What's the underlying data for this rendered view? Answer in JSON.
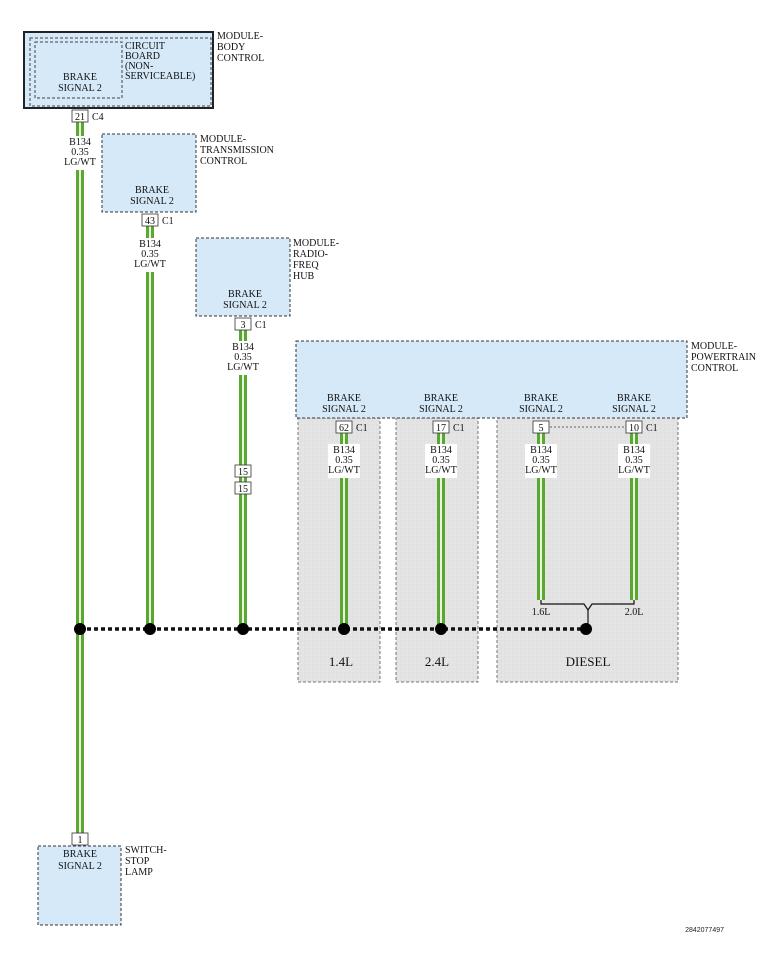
{
  "colors": {
    "module_fill": "#d6e9f8",
    "variant_fill": "#e6e6e6",
    "wire_green": "#6db33f",
    "border": "#333333"
  },
  "body_control": {
    "module_name": [
      "MODULE-",
      "BODY",
      "CONTROL"
    ],
    "circuit_board": [
      "CIRCUIT",
      "BOARD",
      "(NON-",
      "SERVICEABLE)"
    ],
    "signal": [
      "BRAKE",
      "SIGNAL 2"
    ],
    "pin": "21",
    "connector": "C4"
  },
  "transmission_control": {
    "module_name": [
      "MODULE-",
      "TRANSMISSION",
      "CONTROL"
    ],
    "signal": [
      "BRAKE",
      "SIGNAL 2"
    ],
    "pin": "43",
    "connector": "C1"
  },
  "radio_freq_hub": {
    "module_name": [
      "MODULE-",
      "RADIO-",
      "FREQ",
      "HUB"
    ],
    "signal": [
      "BRAKE",
      "SIGNAL 2"
    ],
    "pin": "3",
    "connector": "C1",
    "inline_pins": [
      "15",
      "15"
    ]
  },
  "powertrain_control": {
    "module_name": [
      "MODULE-",
      "POWERTRAIN",
      "CONTROL"
    ],
    "outputs": [
      {
        "signal": [
          "BRAKE",
          "SIGNAL 2"
        ],
        "pin": "62",
        "connector": "C1"
      },
      {
        "signal": [
          "BRAKE",
          "SIGNAL 2"
        ],
        "pin": "17",
        "connector": "C1"
      },
      {
        "signal": [
          "BRAKE",
          "SIGNAL 2"
        ],
        "pin": "5",
        "connector": ""
      },
      {
        "signal": [
          "BRAKE",
          "SIGNAL 2"
        ],
        "pin": "10",
        "connector": "C1"
      }
    ]
  },
  "wire": {
    "circuit": "B134",
    "gauge": "0.35",
    "color": "LG/WT"
  },
  "variants": [
    "1.4L",
    "2.4L",
    "DIESEL"
  ],
  "diesel_options": [
    "1.6L",
    "2.0L"
  ],
  "stop_lamp_switch": {
    "module_name": [
      "SWITCH-",
      "STOP",
      "LAMP"
    ],
    "signal": [
      "BRAKE",
      "SIGNAL 2"
    ],
    "pin": "1"
  },
  "figure_id": "2842077497"
}
